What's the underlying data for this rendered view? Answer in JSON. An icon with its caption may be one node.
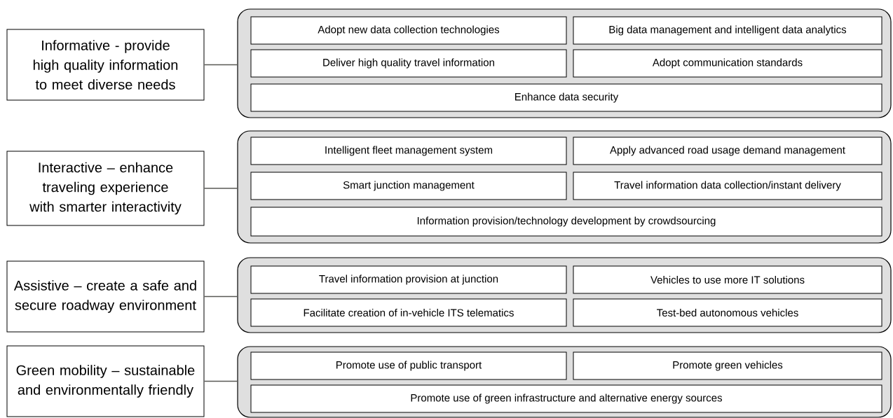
{
  "diagram": {
    "nodes": [
      {
        "text": [
          "Informative - provide high quality information to meet diverse needs"
        ]
      },
      {
        "text": [],
        "shape": "box"
      },
      {
        "text": [
          "Adopt new data collection technologies"
        ],
        "in": 1
      },
      {
        "text": [
          "Big data management and intelligent data analytics"
        ],
        "in": 1
      },
      {
        "text": [
          "Deliver high quality travel information"
        ],
        "in": 1
      },
      {
        "text": [
          "Adopt communication standards"
        ],
        "in": 1
      },
      {
        "text": [
          "Enhance data security"
        ],
        "in": 1
      },
      {
        "text": [
          "Interactive – enhance traveling experience with smarter interactivity"
        ]
      },
      {
        "text": [],
        "shape": "box"
      },
      {
        "text": [
          "Intelligent fleet management system"
        ],
        "in": 8
      },
      {
        "text": [
          "Apply advanced road usage demand management"
        ],
        "in": 8
      },
      {
        "text": [
          "Smart junction management"
        ],
        "in": 8
      },
      {
        "text": [
          "Travel information data collection/instant delivery"
        ],
        "in": 8
      },
      {
        "text": [
          "Information provision/technology development by crowdsourcing"
        ],
        "in": 8
      },
      {
        "text": [
          "Assistive – create a safe and secure roadway environment"
        ]
      },
      {
        "text": [],
        "shape": "box"
      },
      {
        "text": [
          "Travel information provision at junction"
        ],
        "in": 15
      },
      {
        "text": [
          "Vehicles to use more IT solutions"
        ],
        "in": 15
      },
      {
        "text": [
          "Facilitate creation of in-vehicle ITS telematics"
        ],
        "in": 15
      },
      {
        "text": [
          "Test-bed autonomous vehicles"
        ],
        "in": 15
      },
      {
        "text": [
          "Green mobility – sustainable and environmentally friendly"
        ]
      },
      {
        "text": [],
        "shape": "box"
      },
      {
        "text": [
          "Promote use of public transport"
        ],
        "in": 21
      },
      {
        "text": [
          "Promote green vehicles"
        ],
        "in": 21
      },
      {
        "text": [
          "Promote use of green infrastructure and alternative energy sources"
        ],
        "in": 21
      }
    ],
    "edges": [
      {
        "from": 0,
        "to": 1,
        "arrow": "none"
      },
      {
        "from": 7,
        "to": 8,
        "arrow": "none"
      },
      {
        "from": 14,
        "to": 15,
        "arrow": "none"
      },
      {
        "from": 20,
        "to": 21,
        "arrow": "none"
      }
    ]
  }
}
